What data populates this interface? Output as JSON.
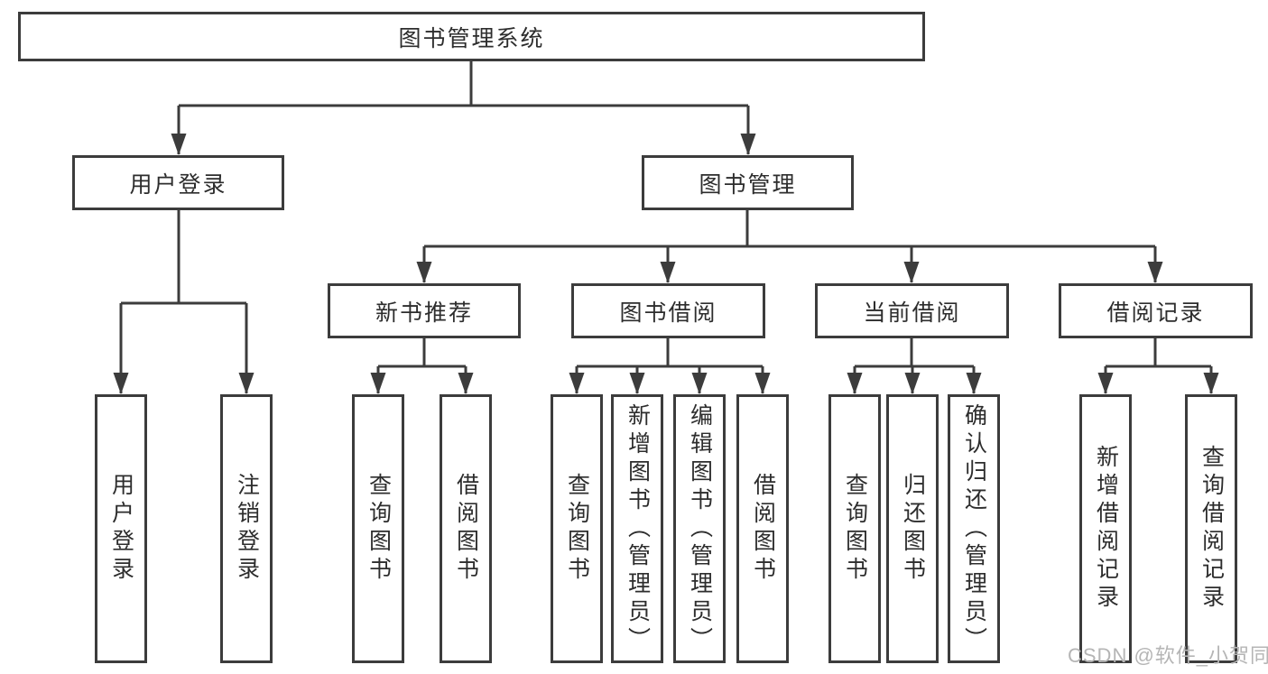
{
  "diagram_title": "图书管理系统",
  "tree": {
    "root": {
      "label": "图书管理系统"
    },
    "level2": [
      {
        "label": "用户登录",
        "children": [
          {
            "label": "用户登录"
          },
          {
            "label": "注销登录"
          }
        ]
      },
      {
        "label": "图书管理",
        "children": [
          {
            "label": "新书推荐",
            "children": [
              {
                "label": "查询图书"
              },
              {
                "label": "借阅图书"
              }
            ]
          },
          {
            "label": "图书借阅",
            "children": [
              {
                "label": "查询图书"
              },
              {
                "label": "新增图书（管理员）"
              },
              {
                "label": "编辑图书（管理员）"
              },
              {
                "label": "借阅图书"
              }
            ]
          },
          {
            "label": "当前借阅",
            "children": [
              {
                "label": "查询图书"
              },
              {
                "label": "归还图书"
              },
              {
                "label": "确认归还（管理员）"
              }
            ]
          },
          {
            "label": "借阅记录",
            "children": [
              {
                "label": "新增借阅记录"
              },
              {
                "label": "查询借阅记录"
              }
            ]
          }
        ]
      }
    ]
  },
  "watermark": "CSDN @软件_小贺同学",
  "colors": {
    "line": "#3c3c3c",
    "box_border": "#3c3c3c",
    "text": "#2d2d2d",
    "watermark": "#b5b5b5",
    "background": "#ffffff"
  }
}
